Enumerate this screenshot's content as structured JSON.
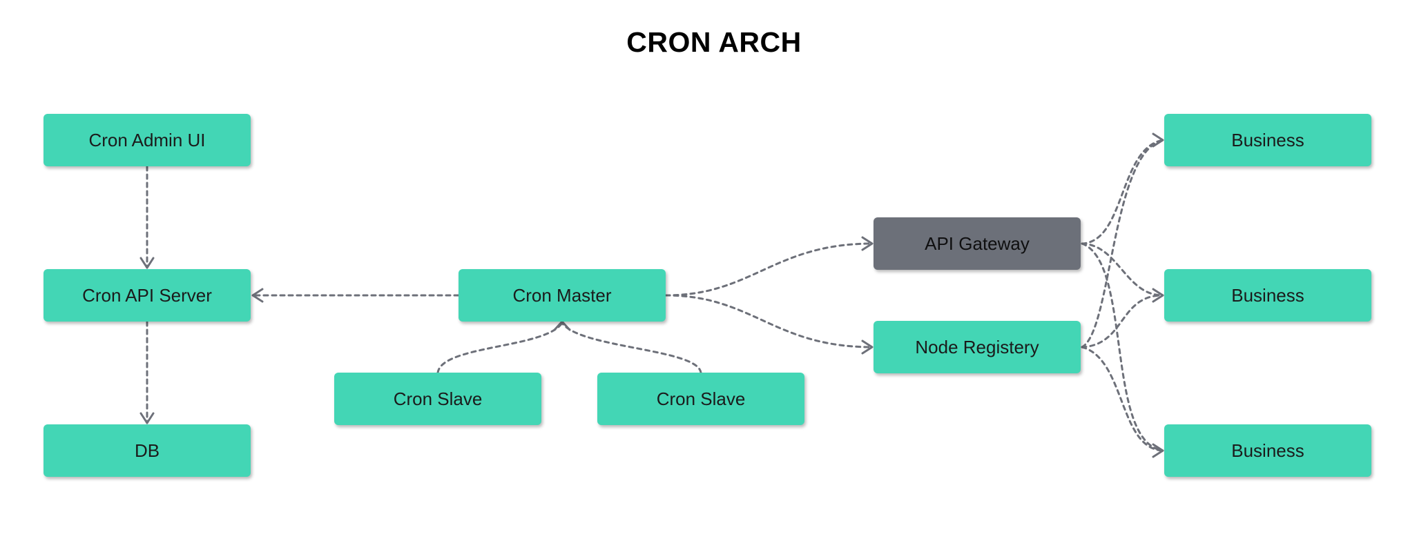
{
  "title": "CRON ARCH",
  "colors": {
    "node_fill": "#43d6b5",
    "gateway_fill": "#6c7079",
    "edge": "#6d7079"
  },
  "nodes": {
    "cron_admin_ui": "Cron Admin UI",
    "cron_api_server": "Cron API Server",
    "db": "DB",
    "cron_master": "Cron Master",
    "cron_slave_1": "Cron Slave",
    "cron_slave_2": "Cron Slave",
    "api_gateway": "API Gateway",
    "node_registery": "Node Registery",
    "business_1": "Business",
    "business_2": "Business",
    "business_3": "Business"
  },
  "edges": [
    {
      "from": "cron_admin_ui",
      "to": "cron_api_server",
      "style": "dashed"
    },
    {
      "from": "cron_api_server",
      "to": "db",
      "style": "dashed"
    },
    {
      "from": "cron_master",
      "to": "cron_api_server",
      "style": "dashed"
    },
    {
      "from": "cron_slave_1",
      "to": "cron_master",
      "style": "dashed"
    },
    {
      "from": "cron_slave_2",
      "to": "cron_master",
      "style": "dashed"
    },
    {
      "from": "cron_master",
      "to": "api_gateway",
      "style": "dashed"
    },
    {
      "from": "cron_master",
      "to": "node_registery",
      "style": "dashed"
    },
    {
      "from": "api_gateway",
      "to": "business_1",
      "style": "dashed"
    },
    {
      "from": "api_gateway",
      "to": "business_2",
      "style": "dashed"
    },
    {
      "from": "api_gateway",
      "to": "business_3",
      "style": "dashed"
    },
    {
      "from": "node_registery",
      "to": "business_1",
      "style": "dashed"
    },
    {
      "from": "node_registery",
      "to": "business_2",
      "style": "dashed"
    },
    {
      "from": "node_registery",
      "to": "business_3",
      "style": "dashed"
    }
  ]
}
